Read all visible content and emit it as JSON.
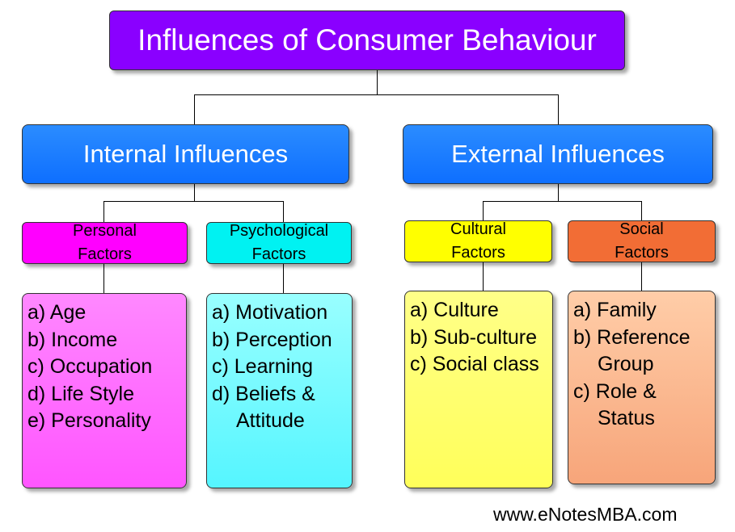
{
  "title": "Influences of Consumer Behaviour",
  "internal": {
    "label": "Internal Influences",
    "personal": {
      "label_line1": "Personal",
      "label_line2": "Factors",
      "items": [
        "a) Age",
        "b) Income",
        "c) Occupation",
        "d) Life Style",
        "e) Personality"
      ]
    },
    "psychological": {
      "label_line1": "Psychological",
      "label_line2": "Factors",
      "items": [
        "a) Motivation",
        "b) Perception",
        "c) Learning",
        "d) Beliefs &",
        "Attitude"
      ]
    }
  },
  "external": {
    "label": "External Influences",
    "cultural": {
      "label_line1": "Cultural",
      "label_line2": "Factors",
      "items": [
        "a) Culture",
        "b) Sub-culture",
        "c) Social class"
      ]
    },
    "social": {
      "label_line1": "Social",
      "label_line2": "Factors",
      "items": [
        "a) Family",
        "b) Reference",
        "Group",
        "c) Role &",
        "Status"
      ]
    }
  },
  "footer": "www.eNotesMBA.com",
  "colors": {
    "title": "#8a00ff",
    "level2": "#1a7cff",
    "personal": "#ff00ff",
    "psychological": "#00f2f2",
    "cultural": "#ffff00",
    "social": "#f26d35"
  }
}
